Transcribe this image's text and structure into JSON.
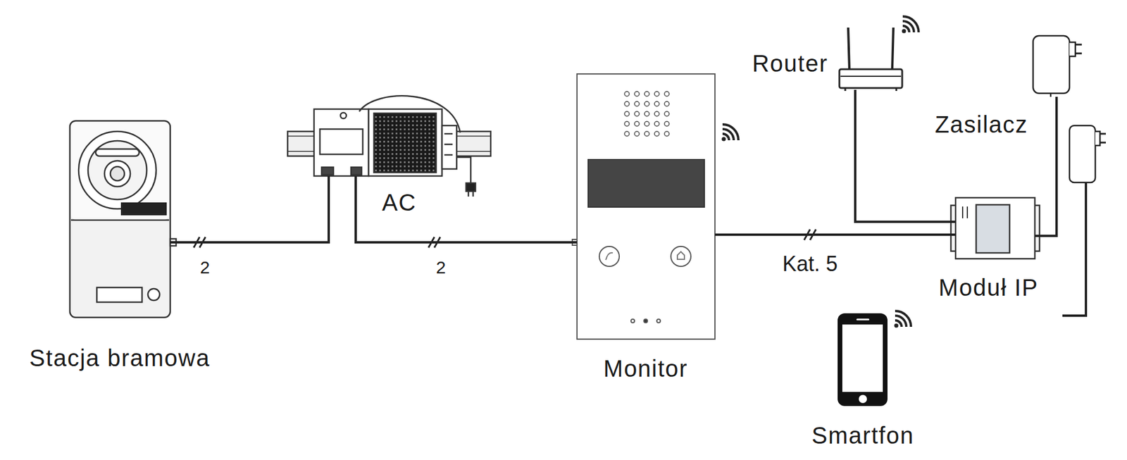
{
  "diagram": {
    "nodes": [
      {
        "text": [
          "Stacja bramowa"
        ]
      },
      {
        "text": [
          "AC"
        ]
      },
      {
        "text": [
          "Monitor"
        ]
      },
      {
        "text": [
          "Router"
        ]
      },
      {
        "text": [
          "Zasilacz"
        ]
      },
      {
        "text": [
          "Moduł IP"
        ]
      },
      {
        "text": [
          "Smartfon"
        ]
      }
    ],
    "edges": [
      {
        "from": 0,
        "to": 1,
        "label": "2",
        "arrow": "none"
      },
      {
        "from": 1,
        "to": 2,
        "label": "2",
        "arrow": "none"
      },
      {
        "from": 2,
        "to": 5,
        "label": "Kat. 5",
        "arrow": "none"
      },
      {
        "from": 3,
        "to": 5,
        "arrow": "none"
      },
      {
        "from": 4,
        "to": 5,
        "arrow": "none"
      }
    ]
  }
}
